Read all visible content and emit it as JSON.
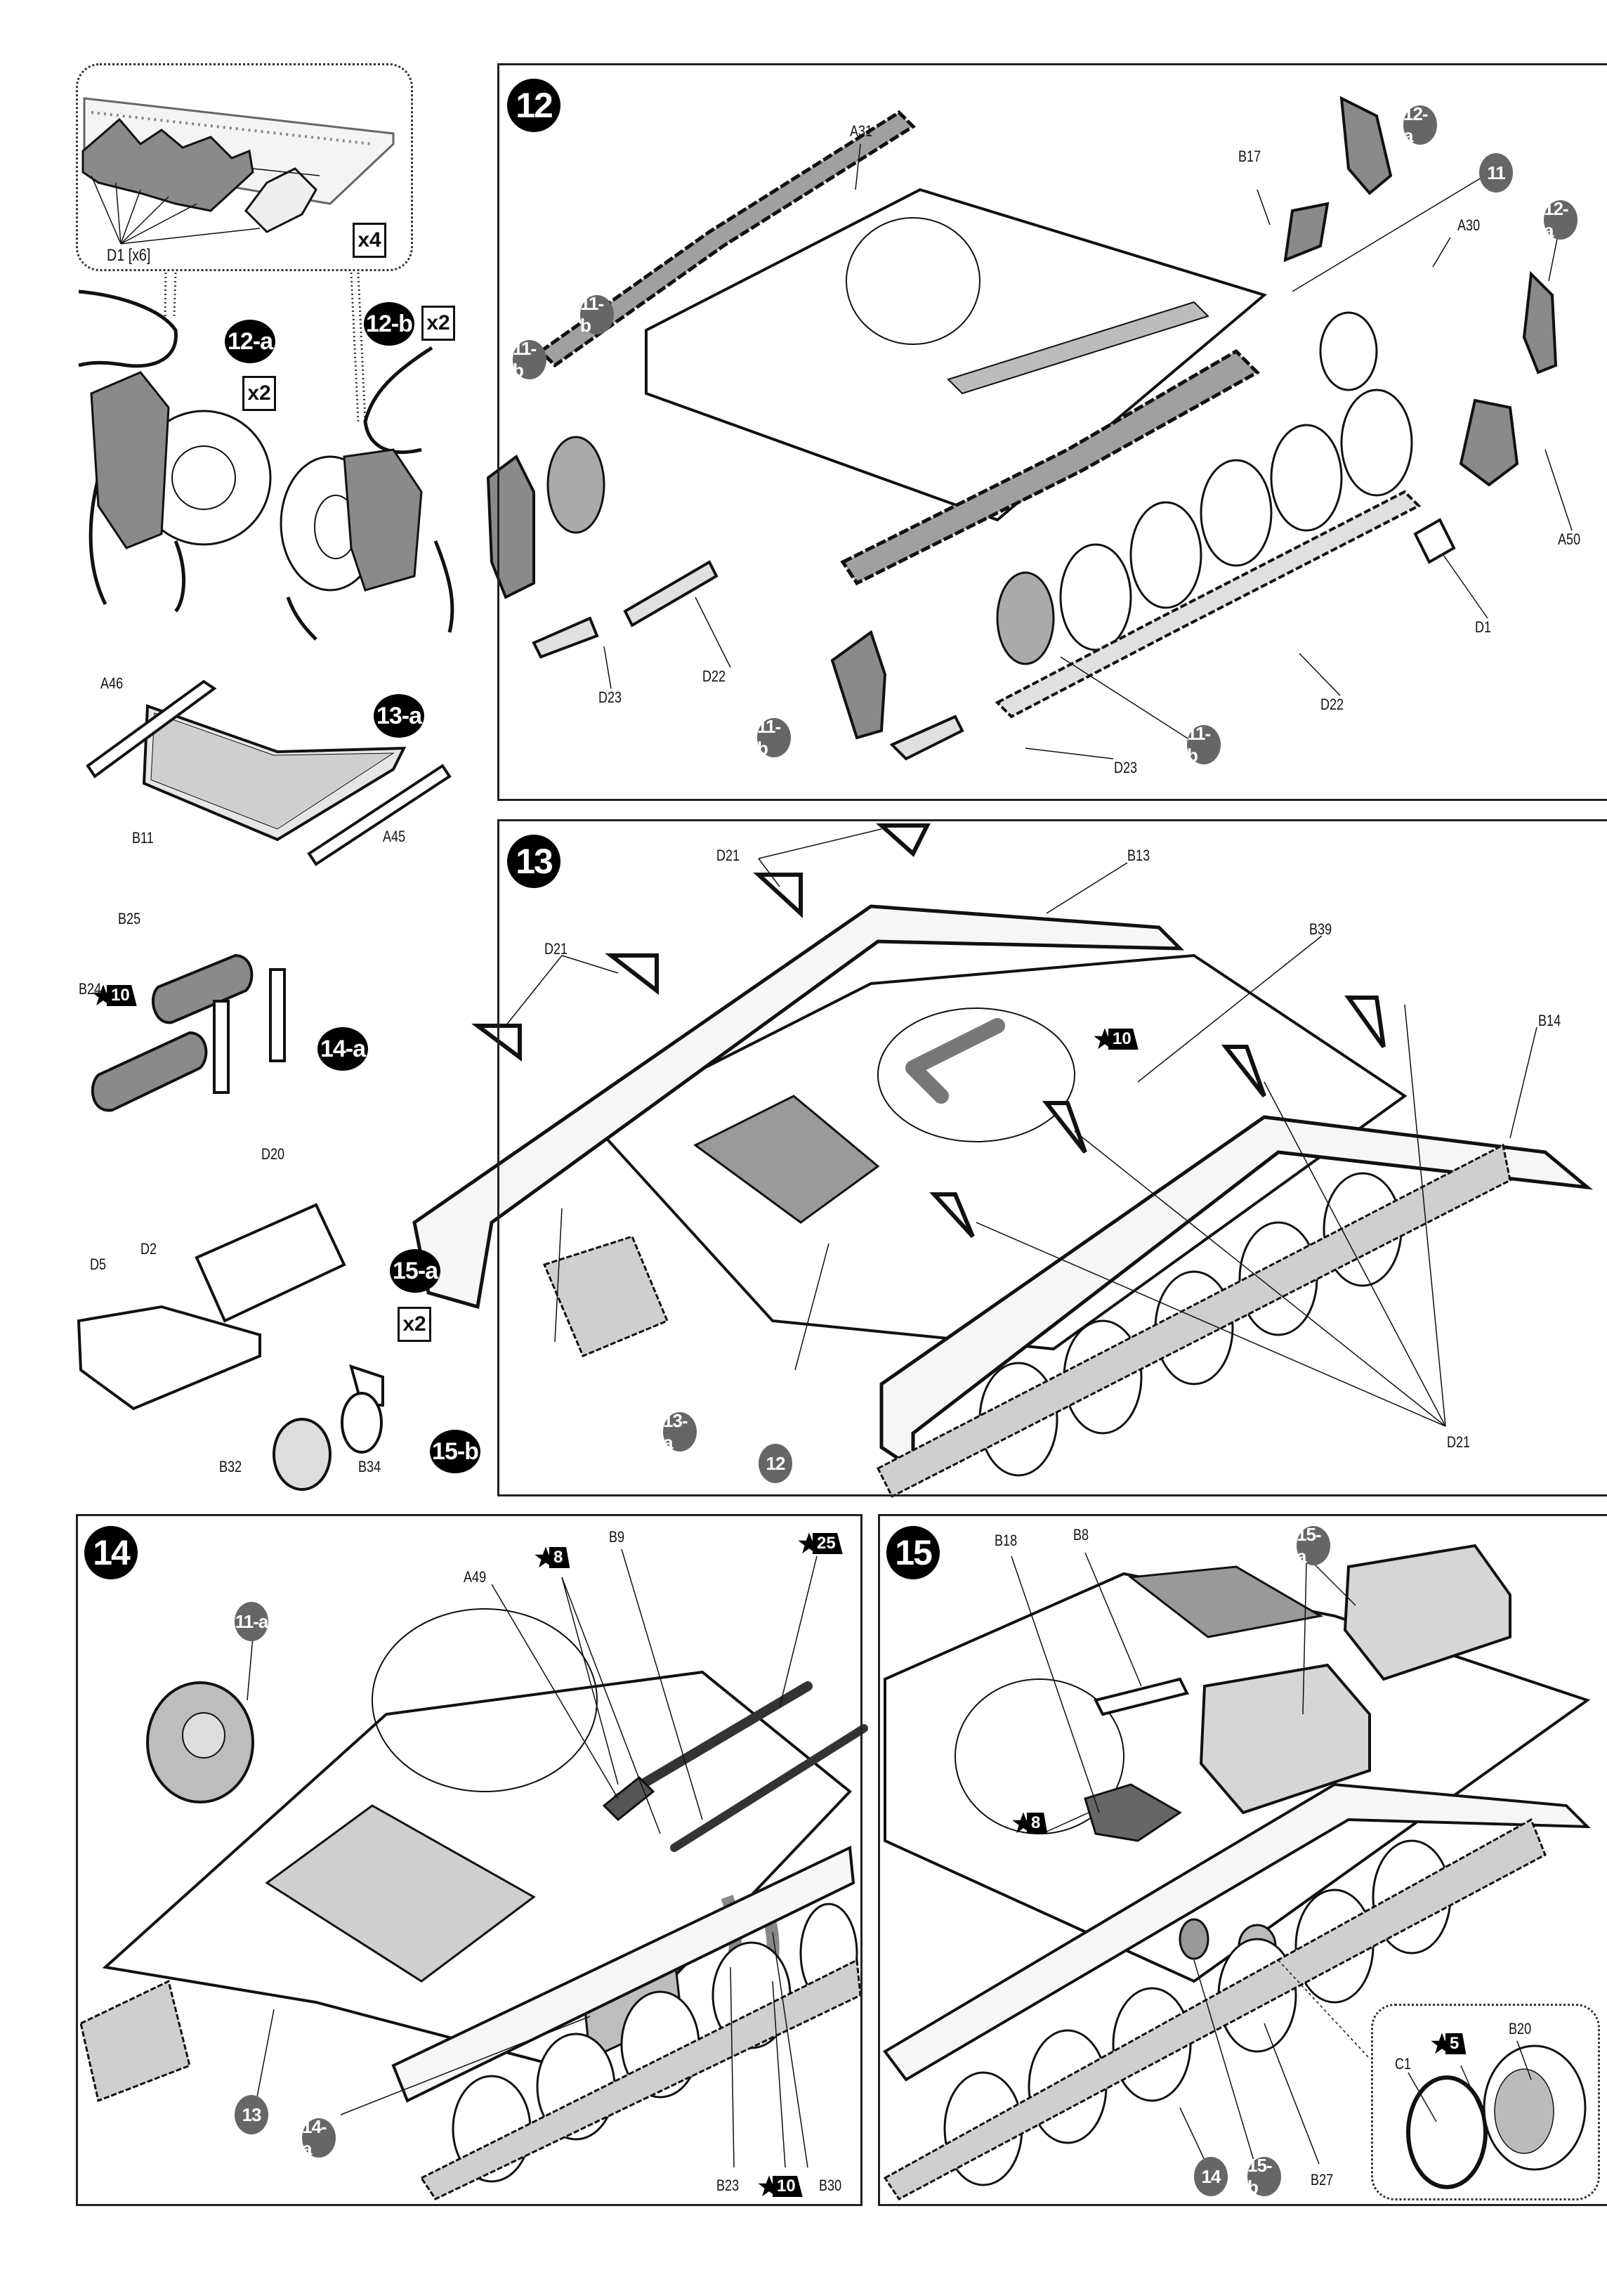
{
  "page": {
    "type": "model kit assembly instructions",
    "colors": {
      "step_badge": "#000000",
      "reference_badge": "#666666",
      "part_shading": "#888888",
      "line": "#111111"
    }
  },
  "sidebar": {
    "detail_12": {
      "part_label": "D1 [x6]",
      "qty": "x4"
    },
    "sub_12a": {
      "badge": "12-a",
      "qty": "x2"
    },
    "sub_12b": {
      "badge": "12-b",
      "qty": "x2"
    },
    "sub_13a": {
      "badge": "13-a",
      "parts": [
        "A46",
        "B11",
        "A45"
      ]
    },
    "sub_14a": {
      "badge": "14-a",
      "parts": [
        "B25",
        "B24",
        "D20"
      ],
      "paint": "10"
    },
    "sub_15a": {
      "badge": "15-a",
      "qty": "x2",
      "parts": [
        "D2",
        "D5"
      ]
    },
    "sub_15b": {
      "badge": "15-b",
      "parts": [
        "B32",
        "B34"
      ]
    }
  },
  "steps": [
    {
      "number": "12",
      "labels": [
        "A31",
        "B17",
        "A30",
        "A50",
        "D1",
        "D22",
        "D23",
        "D22",
        "D23"
      ],
      "references": [
        "12-a",
        "11",
        "12-a",
        "11-b",
        "11-b",
        "11-b",
        "11-b"
      ]
    },
    {
      "number": "13",
      "labels": [
        "D21",
        "D21",
        "B13",
        "B39",
        "B14",
        "D21"
      ],
      "paint": "10",
      "references": [
        "13-a",
        "12"
      ]
    },
    {
      "number": "14",
      "labels": [
        "A49",
        "B9",
        "B23",
        "B30"
      ],
      "paint": [
        "8",
        "25",
        "10"
      ],
      "references": [
        "11-a",
        "13",
        "14-a"
      ]
    },
    {
      "number": "15",
      "labels": [
        "B18",
        "B8",
        "B27",
        "C1",
        "B20"
      ],
      "paint": [
        "8",
        "5"
      ],
      "references": [
        "15-a",
        "14",
        "15-b"
      ]
    }
  ]
}
